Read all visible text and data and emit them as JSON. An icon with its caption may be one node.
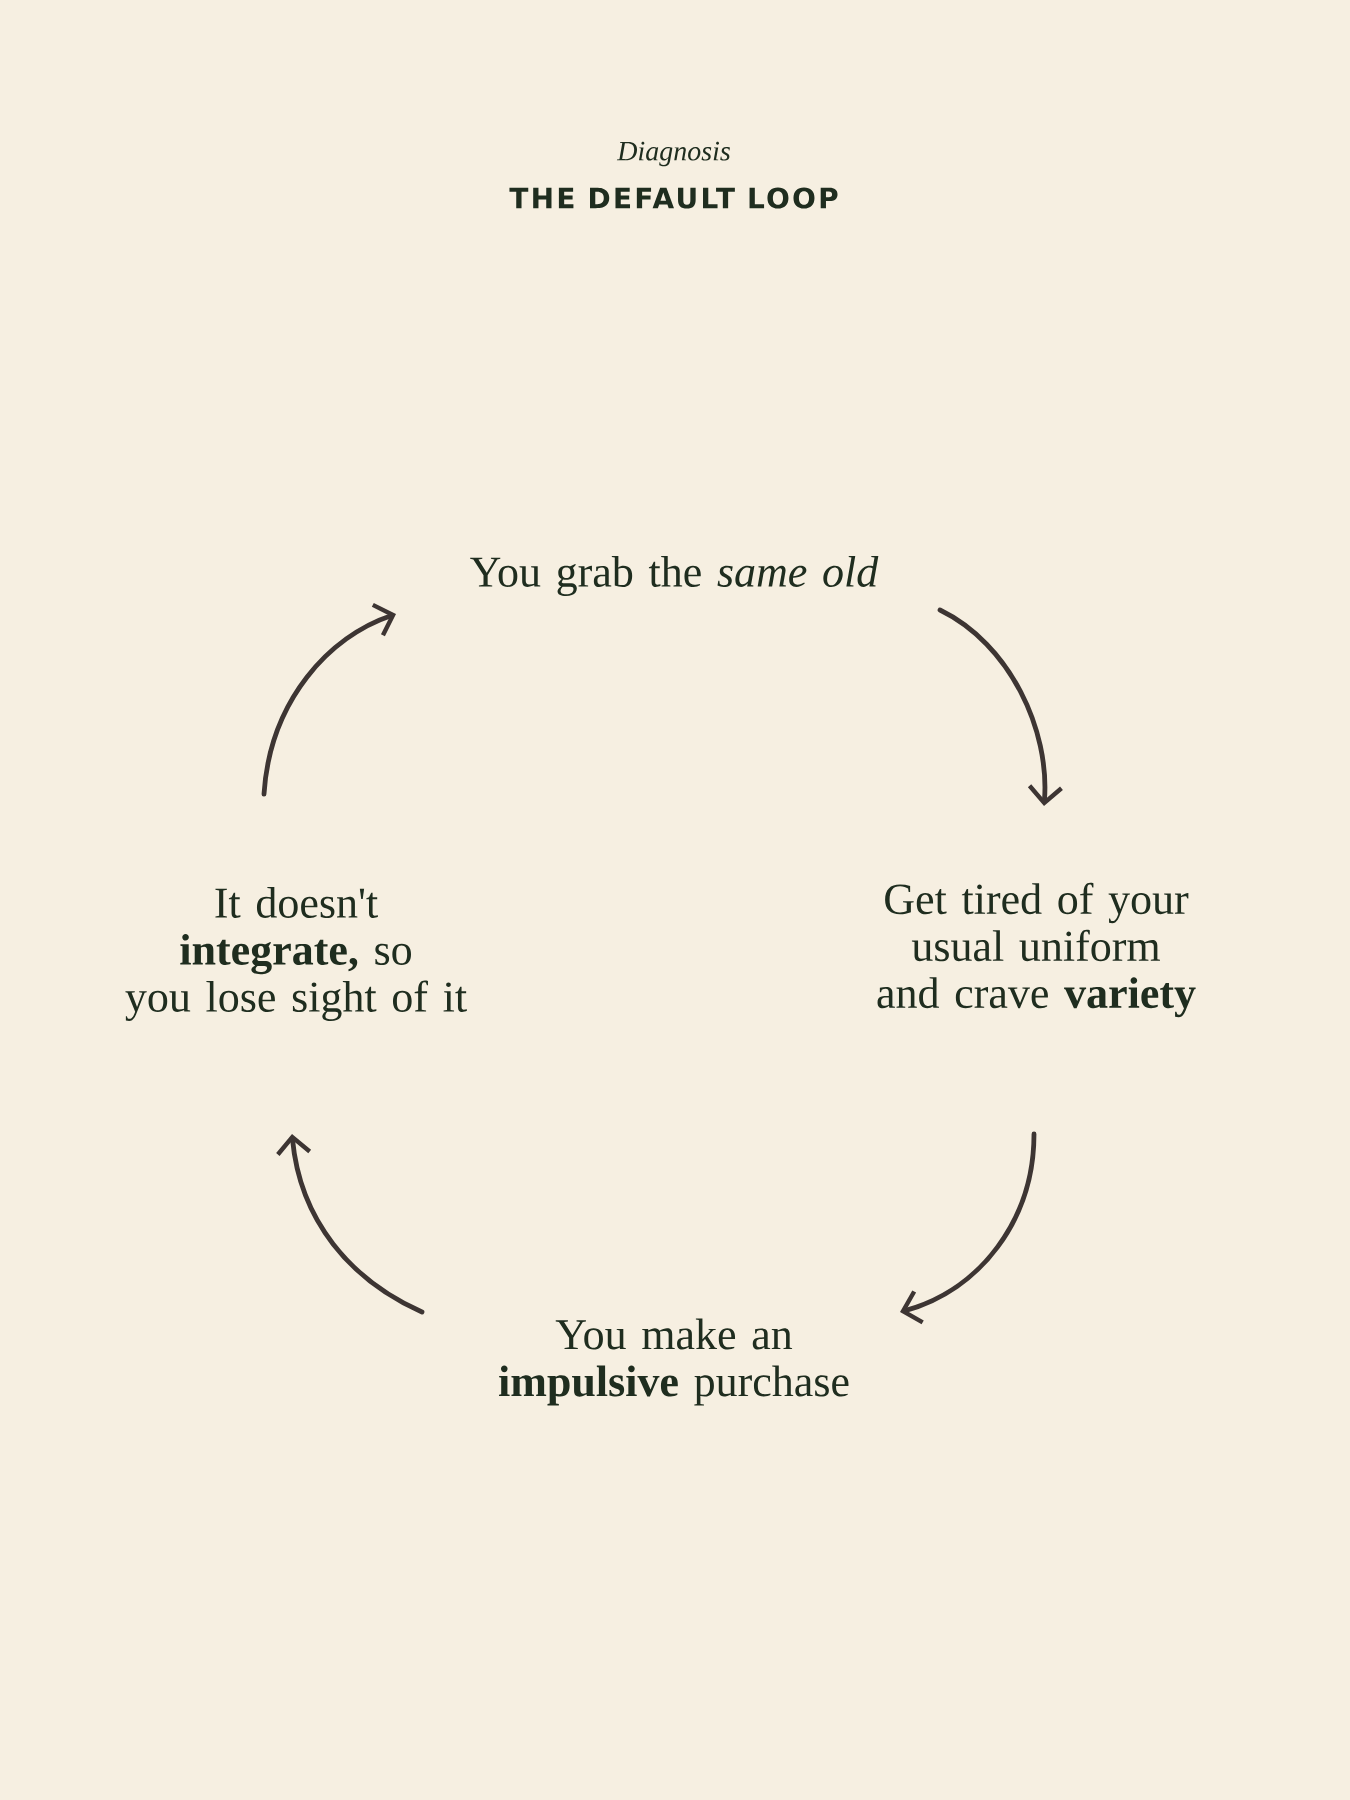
{
  "diagram": {
    "title": "THE DEFAULT LOOP",
    "nodes": [
      {
        "text": [
          "You grab the *same old*"
        ]
      },
      {
        "text": [
          "Get tired of your usual uniform and crave **variety**"
        ]
      },
      {
        "text": [
          "You make an **impulsive** purchase"
        ]
      },
      {
        "text": [
          "It doesn't **integrate,** so you lose sight of it"
        ]
      }
    ],
    "edges": [
      {
        "from": 0,
        "to": 1,
        "arrow": "to"
      },
      {
        "from": 1,
        "to": 2,
        "arrow": "to"
      },
      {
        "from": 2,
        "to": 3,
        "arrow": "to"
      },
      {
        "from": 3,
        "to": 0,
        "arrow": "to"
      }
    ],
    "labels": [
      "Diagnosis"
    ]
  }
}
